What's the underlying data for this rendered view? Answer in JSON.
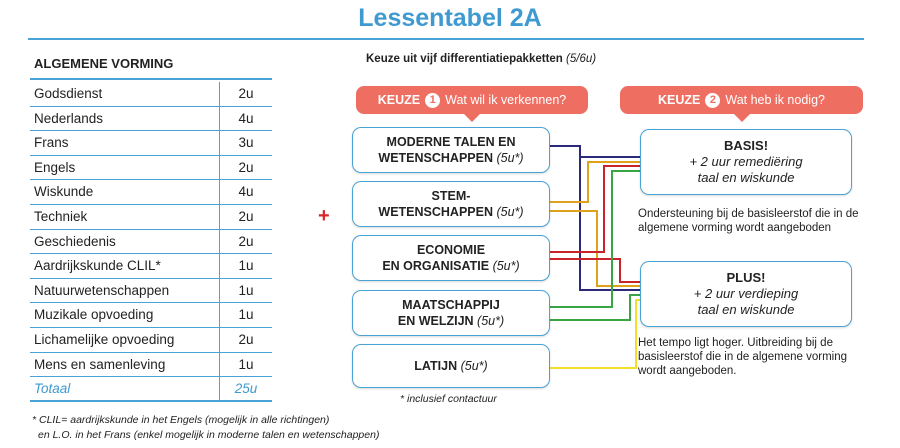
{
  "title": "Lessentabel 2A",
  "algemene_vorming": {
    "heading": "ALGEMENE VORMING",
    "subjects": [
      {
        "name": "Godsdienst",
        "hours": "2u"
      },
      {
        "name": "Nederlands",
        "hours": "4u"
      },
      {
        "name": "Frans",
        "hours": "3u"
      },
      {
        "name": "Engels",
        "hours": "2u"
      },
      {
        "name": "Wiskunde",
        "hours": "4u"
      },
      {
        "name": "Techniek",
        "hours": "2u"
      },
      {
        "name": "Geschiedenis",
        "hours": "2u"
      },
      {
        "name": "Aardrijkskunde CLIL*",
        "hours": "1u"
      },
      {
        "name": "Natuurwetenschappen",
        "hours": "1u"
      },
      {
        "name": "Muzikale opvoeding",
        "hours": "1u"
      },
      {
        "name": "Lichamelijke opvoeding",
        "hours": "2u"
      },
      {
        "name": "Mens en samenleving",
        "hours": "1u"
      }
    ],
    "total": {
      "name": "Totaal",
      "hours": "25u"
    }
  },
  "plus": "+",
  "keuze": {
    "heading": "Keuze uit vijf differentiatiepakketten",
    "heading_sub": "(5/6u)",
    "tag1": {
      "label": "KEUZE",
      "num": "1",
      "text": "Wat wil ik verkennen?"
    },
    "tag2": {
      "label": "KEUZE",
      "num": "2",
      "text": "Wat heb ik nodig?"
    }
  },
  "packages": [
    {
      "line1": "MODERNE TALEN EN",
      "line2": "WETENSCHAPPEN",
      "hours": "(5u*)"
    },
    {
      "line1": "STEM-",
      "line2": "WETENSCHAPPEN",
      "hours": "(5u*)"
    },
    {
      "line1": "ECONOMIE",
      "line2": "EN ORGANISATIE",
      "hours": "(5u*)"
    },
    {
      "line1": "MAATSCHAPPIJ",
      "line2": "EN WELZIJN",
      "hours": "(5u*)"
    },
    {
      "line1": "",
      "line2": "LATIJN",
      "hours": "(5u*)"
    }
  ],
  "contact_note": "* inclusief contactuur",
  "options": {
    "basis": {
      "title": "BASIS!",
      "line1": "+ 2 uur remediëring",
      "line2": "taal en wiskunde",
      "desc": "Ondersteuning bij de basisleerstof die in de algemene vorming wordt aangeboden"
    },
    "plus": {
      "title": "PLUS!",
      "line1": "+ 2 uur verdieping",
      "line2": "taal en wiskunde",
      "desc": "Het tempo ligt hoger. Uitbreiding bij de basisleerstof die in de algemene vorming wordt aangeboden."
    }
  },
  "footnotes": {
    "line1": "* CLIL= aardrijkskunde in het Engels (mogelijk in alle richtingen)",
    "line2": "en L.O. in het Frans (enkel mogelijk in moderne talen en wetenschappen)"
  },
  "line_colors": {
    "moderne_talen": "#2b2a7a",
    "stem": "#e0a21c",
    "economie": "#c8222a",
    "maatschappij": "#3aa545",
    "latijn": "#f3de2a"
  }
}
